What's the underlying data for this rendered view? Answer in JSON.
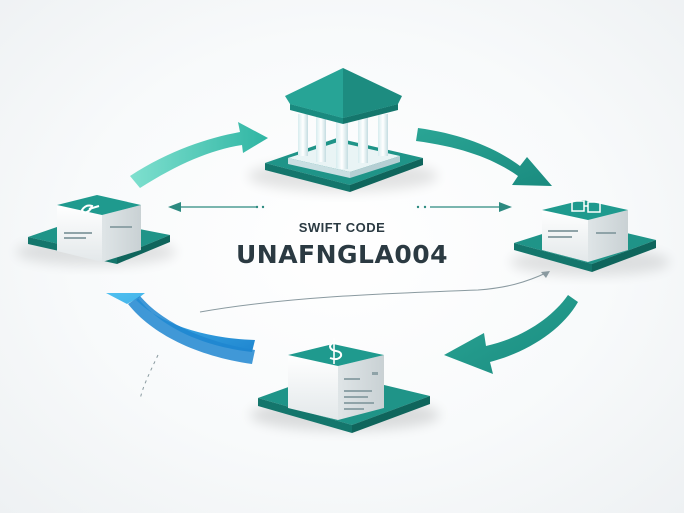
{
  "swift": {
    "caption": "SWIFT CODE",
    "code": "UNAFNGLA004"
  },
  "colors": {
    "teal": "#1f9a8e",
    "teal_dark": "#157a70",
    "teal_light": "#5ed3c0",
    "blue": "#2a9ee0",
    "text": "#2b3a42"
  },
  "nodes": [
    {
      "name": "central-bank",
      "icon": "bank-building-icon"
    },
    {
      "name": "left-bank-box",
      "icon": "pen-icon"
    },
    {
      "name": "right-bank-box",
      "icon": "transfer-icon"
    },
    {
      "name": "bottom-bank-box",
      "icon": "dollar-icon"
    }
  ]
}
